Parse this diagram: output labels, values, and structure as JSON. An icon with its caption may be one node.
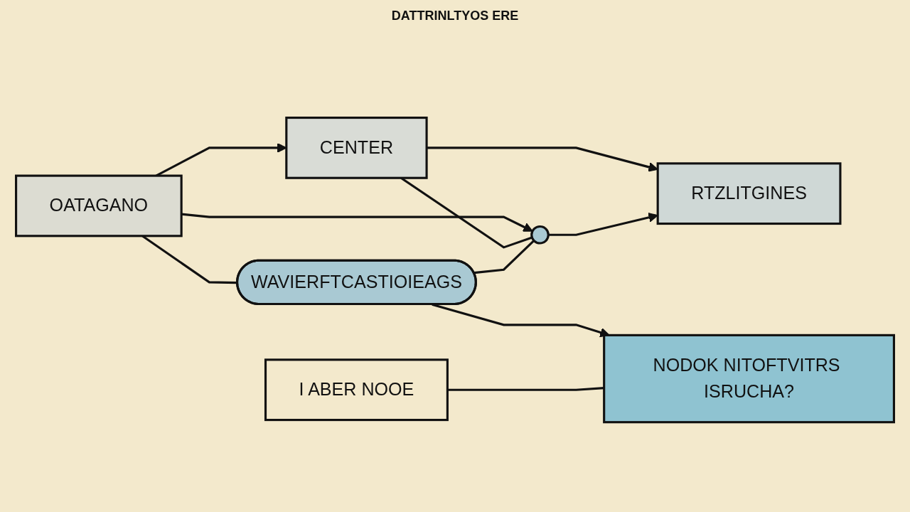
{
  "diagram": {
    "nodes": [
      {
        "text": [
          "CENTER"
        ]
      },
      {
        "text": [
          "RTZLITGINES"
        ]
      },
      {
        "text": [],
        "shape": "circle"
      },
      {
        "text": [
          "OATAGANO"
        ]
      },
      {
        "text": [
          "I ABER NOOE"
        ]
      },
      {
        "text": [
          "WAVIERFTCASTIOIEAGS"
        ]
      },
      {
        "text": [
          "NODOK NITOFTVITRS ISRUCHA?"
        ]
      }
    ],
    "edges": [
      {
        "from": 3,
        "to": 0,
        "arrow": "to"
      },
      {
        "from": 3,
        "to": 2,
        "arrow": "to"
      },
      {
        "from": 3,
        "to": 5,
        "arrow": "none"
      },
      {
        "from": 0,
        "to": 1,
        "arrow": "to"
      },
      {
        "from": 0,
        "to": 2,
        "arrow": "none"
      },
      {
        "from": 2,
        "to": 1,
        "arrow": "to"
      },
      {
        "from": 5,
        "to": 2,
        "arrow": "none"
      },
      {
        "from": 5,
        "to": 6,
        "arrow": "to"
      },
      {
        "from": 4,
        "to": 6,
        "arrow": "none"
      }
    ],
    "labels": [
      "DATTRINLTYOS ERE"
    ]
  }
}
